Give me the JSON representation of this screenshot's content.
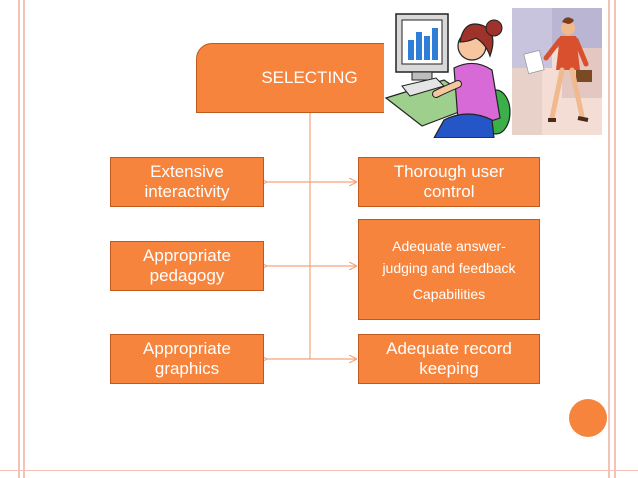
{
  "title_box": {
    "label": "SELECTING"
  },
  "left_boxes": [
    {
      "label": "Extensive\ninteractivity"
    },
    {
      "label": "Appropriate\npedagogy"
    },
    {
      "label": "Appropriate\ngraphics"
    }
  ],
  "right_boxes": [
    {
      "label": "Thorough user\ncontrol"
    },
    {
      "label": "Adequate answer-\njudging and feedback"
    },
    {
      "label": "Capabilities"
    },
    {
      "label": "Adequate record\nkeeping"
    }
  ],
  "colors": {
    "box_fill": "#f7843c",
    "box_border": "#c05a1c",
    "connector": "#f4a37d",
    "frame_line": "#f3c4b6"
  },
  "illustrations": {
    "left": "woman-at-computer-clipart",
    "right": "businesswoman-walking-clipart"
  }
}
